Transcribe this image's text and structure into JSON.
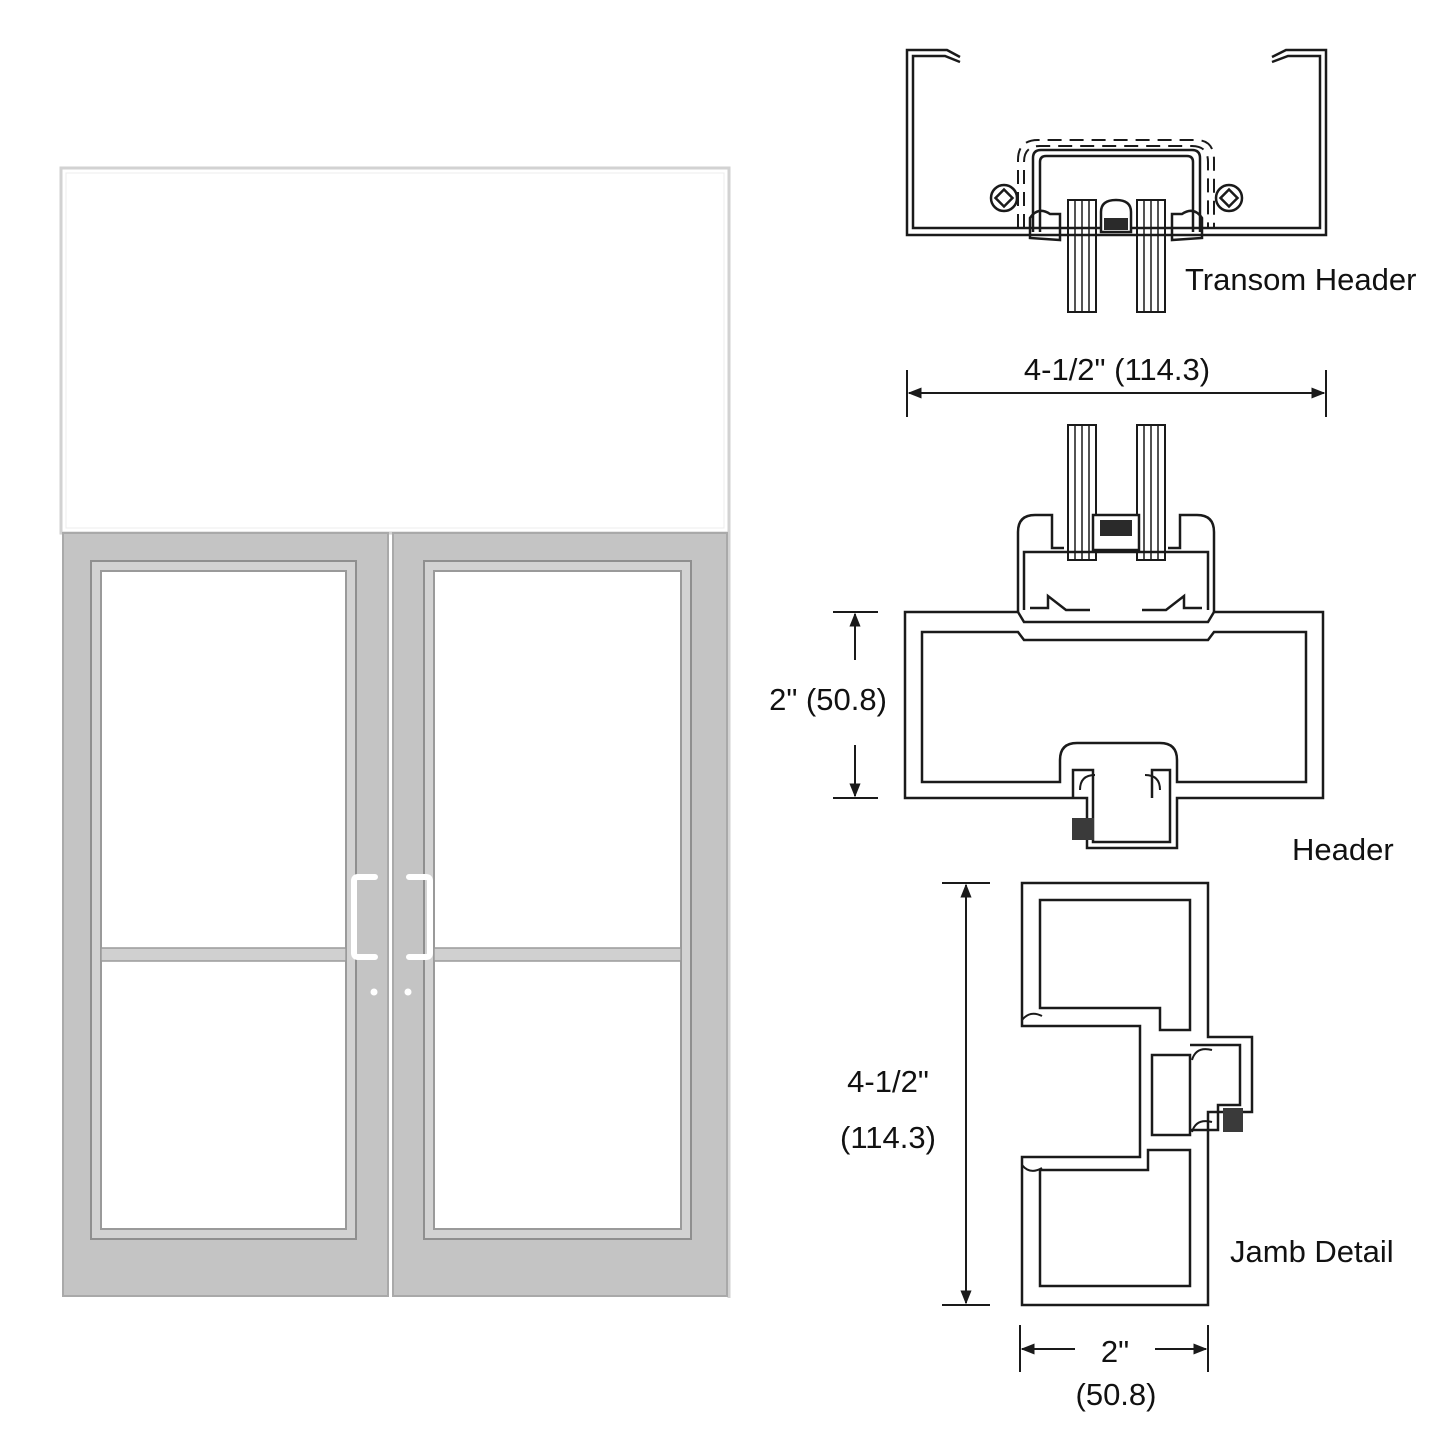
{
  "colors": {
    "frame": "#c4c4c4",
    "frame_edge": "#a9a9a9",
    "glass": "#ffffff",
    "line": "#1a1a1a",
    "gasket": "#4a4a4a"
  },
  "labels": {
    "transom_header": "Transom Header",
    "header": "Header",
    "jamb_detail": "Jamb Detail"
  },
  "dimensions": {
    "transom_width": "4-1/2\" (114.3)",
    "header_height": "2\" (50.8)",
    "jamb_depth_line1": "4-1/2\"",
    "jamb_depth_line2": "(114.3)",
    "jamb_width_line1": "2\"",
    "jamb_width_line2": "(50.8)"
  }
}
